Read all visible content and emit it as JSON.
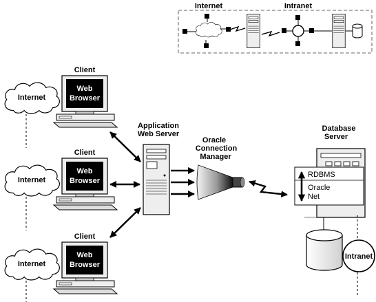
{
  "legend": {
    "internet": "Internet",
    "intranet": "Intranet"
  },
  "clients": [
    {
      "label": "Client",
      "cloud": "Internet",
      "screen_line1": "Web",
      "screen_line2": "Browser"
    },
    {
      "label": "Client",
      "cloud": "Internet",
      "screen_line1": "Web",
      "screen_line2": "Browser"
    },
    {
      "label": "Client",
      "cloud": "Internet",
      "screen_line1": "Web",
      "screen_line2": "Browser"
    }
  ],
  "app_server": {
    "line1": "Application",
    "line2": "Web Server"
  },
  "cman": {
    "line1": "Oracle",
    "line2": "Connection",
    "line3": "Manager"
  },
  "db_server": {
    "line1": "Database",
    "line2": "Server",
    "rdbms": "RDBMS",
    "net1": "Oracle",
    "net2": "Net",
    "intranet": "Intranet"
  },
  "colors": {
    "frame": "#9a9a9a",
    "ink": "#000000",
    "screen": "#000000",
    "device": "#eeeeee"
  }
}
